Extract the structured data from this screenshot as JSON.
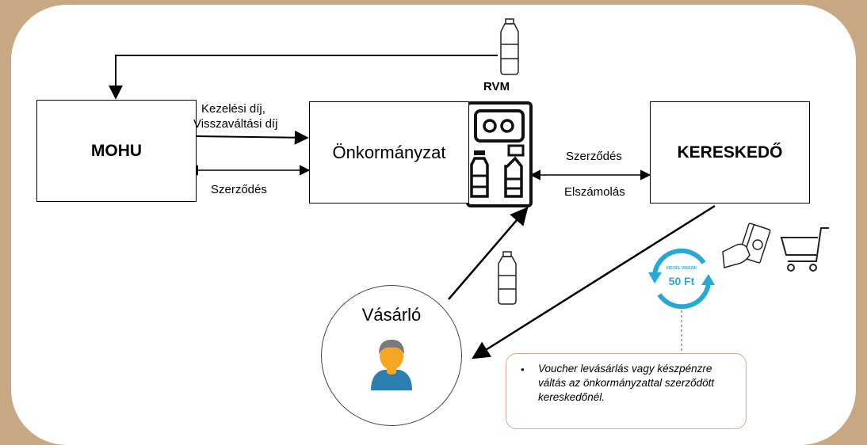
{
  "nodes": {
    "mohu": "MOHU",
    "onkormanyzat": "Önkormányzat",
    "kereskedo": "KERESKEDŐ",
    "vasarlo": "Vásárló",
    "rvm": "RVM"
  },
  "labels": {
    "fees_line1": "Kezelési díj,",
    "fees_line2": "Visszaváltási díj",
    "contract_left": "Szerződés",
    "contract_right": "Szerződés",
    "settlement": "Elszámolás"
  },
  "voucher": {
    "top_text": "VIGYÉL VISSZA!",
    "amount": "50 Ft"
  },
  "callout": {
    "bullet": "•",
    "text": "Voucher levásárlás vagy készpénzre váltás az önkormányzattal szerződött kereskedőnél."
  },
  "colors": {
    "frame": "#c8a882",
    "voucher": "#27a9d6",
    "callout_border": "#d9a98c",
    "avatar_face": "#f5a623",
    "avatar_body": "#2d7fb0",
    "avatar_hair": "#7a7a7a"
  },
  "icons": [
    "bottle-icon",
    "rvm-machine-icon",
    "money-hand-icon",
    "shopping-cart-icon",
    "user-icon",
    "voucher-refresh-icon"
  ]
}
